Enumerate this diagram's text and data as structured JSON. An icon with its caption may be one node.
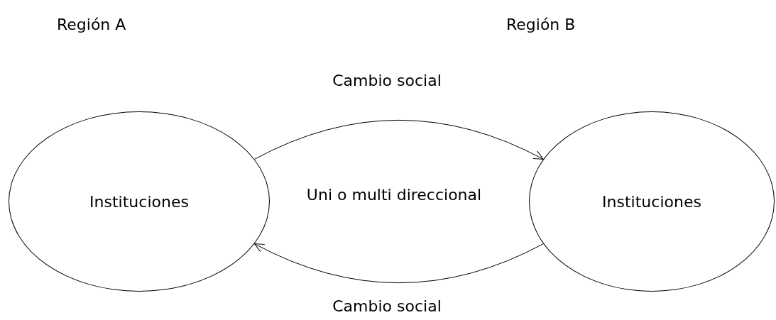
{
  "diagram": {
    "nodes": [
      {
        "text": [
          "Instituciones"
        ]
      },
      {
        "text": [
          "Instituciones"
        ]
      }
    ],
    "edges": [
      {
        "from": 0,
        "to": 1,
        "arrow": "to",
        "label": "Cambio social"
      },
      {
        "from": 1,
        "to": 0,
        "arrow": "to",
        "label": "Cambio social"
      }
    ],
    "labels": [
      "Región A",
      "Región B",
      "Uni o multi direccional"
    ]
  }
}
